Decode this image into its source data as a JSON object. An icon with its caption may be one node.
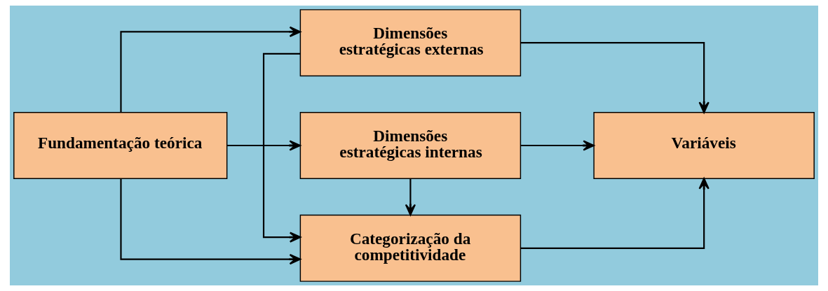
{
  "diagram": {
    "nodes": [
      {
        "text": [
          "Fundamentação teórica"
        ]
      },
      {
        "text": [
          "Dimensões estratégicas externas"
        ]
      },
      {
        "text": [
          "Categorização da competitividade"
        ]
      },
      {
        "text": [
          "Dimensões estratégicas internas"
        ]
      },
      {
        "text": [
          "Variáveis"
        ]
      }
    ],
    "edges": [
      {
        "from": 0,
        "to": 1,
        "arrow": "to"
      },
      {
        "from": 0,
        "to": 2,
        "arrow": "to"
      },
      {
        "from": 0,
        "to": 3,
        "arrow": "to"
      },
      {
        "from": 1,
        "to": 2,
        "arrow": "to"
      },
      {
        "from": 3,
        "to": 2,
        "arrow": "to"
      },
      {
        "from": 1,
        "to": 4,
        "arrow": "to"
      },
      {
        "from": 2,
        "to": 4,
        "arrow": "to"
      },
      {
        "from": 3,
        "to": 4,
        "arrow": "to"
      }
    ]
  }
}
